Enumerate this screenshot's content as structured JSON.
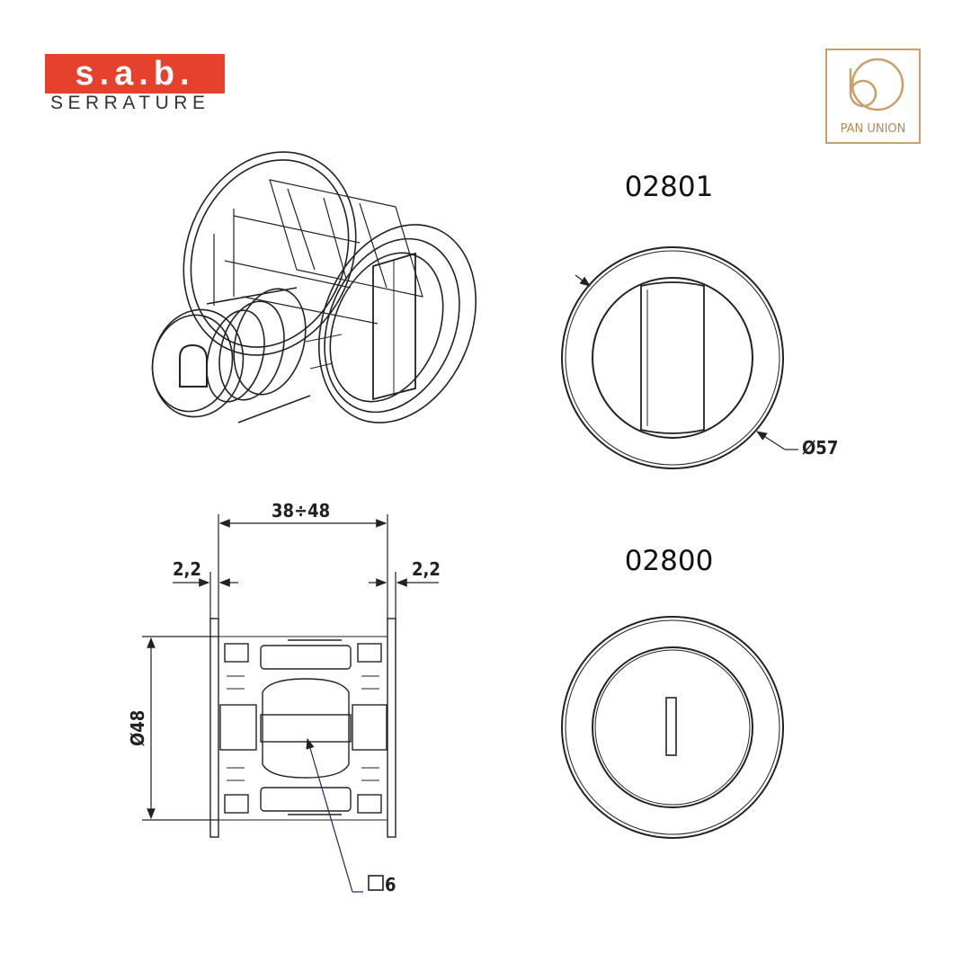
{
  "logo_left": {
    "brand": "s.a.b.",
    "subtitle": "SERRATURE",
    "color": "#e5412d"
  },
  "logo_right": {
    "name": "PAN UNION",
    "color": "#c9a06a"
  },
  "codes": {
    "top": "02801",
    "bottom": "02800"
  },
  "dimensions": {
    "outer_diameter": "Ø57",
    "thickness_range": "38÷48",
    "plate_left": "2,2",
    "plate_right": "2,2",
    "body_diameter": "Ø48",
    "square_spindle": "6"
  }
}
